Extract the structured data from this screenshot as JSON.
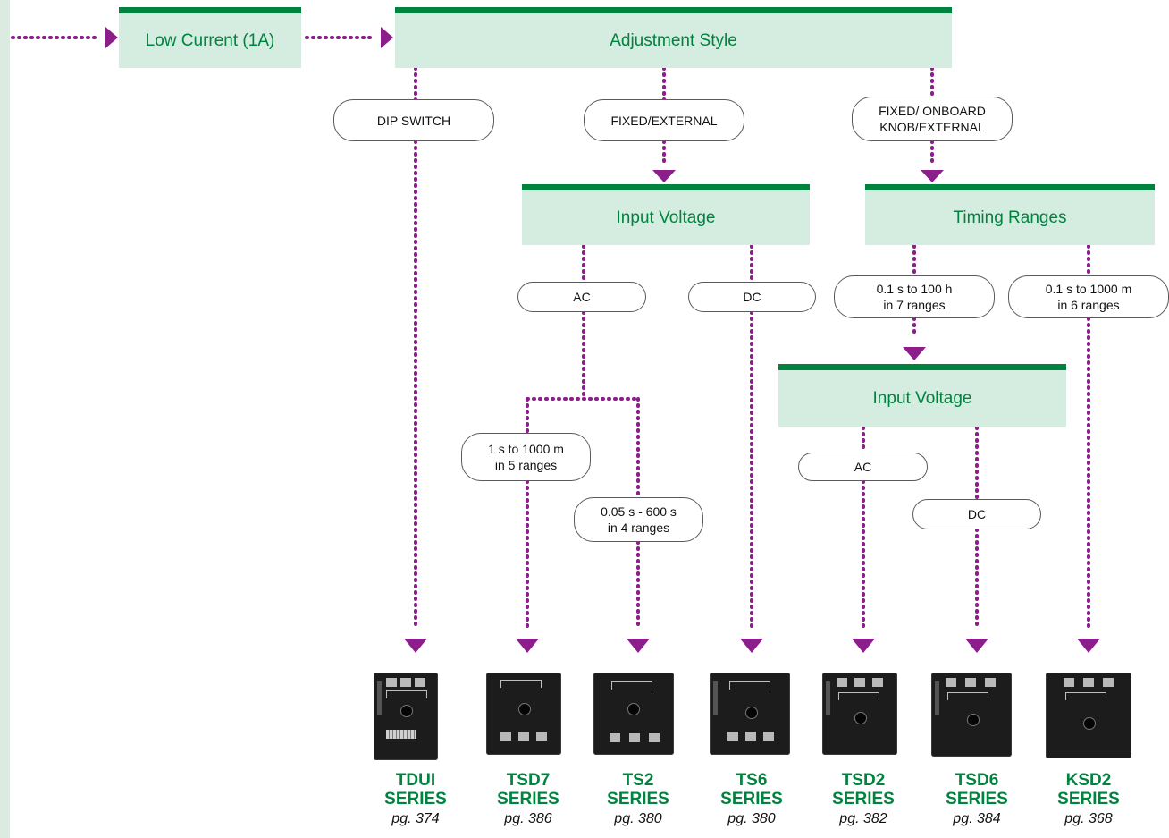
{
  "headers": {
    "low_current": "Low Current (1A)",
    "adjustment_style": "Adjustment Style",
    "input_voltage_1": "Input Voltage",
    "timing_ranges": "Timing Ranges",
    "input_voltage_2": "Input Voltage"
  },
  "pills": {
    "dip_switch": "DIP SWITCH",
    "fixed_external": "FIXED/EXTERNAL",
    "fixed_onboard": "FIXED/ ONBOARD\nKNOB/EXTERNAL",
    "ac_1": "AC",
    "dc_1": "DC",
    "range_100h": "0.1 s to 100 h\nin 7 ranges",
    "range_1000m_6": "0.1 s to 1000 m\nin 6 ranges",
    "range_1000m_5": "1 s to 1000 m\nin 5 ranges",
    "range_600s": "0.05 s - 600 s\nin 4 ranges",
    "ac_2": "AC",
    "dc_2": "DC"
  },
  "products": [
    {
      "name": "TDUI",
      "series": "SERIES",
      "page": "pg. 374"
    },
    {
      "name": "TSD7",
      "series": "SERIES",
      "page": "pg. 386"
    },
    {
      "name": "TS2",
      "series": "SERIES",
      "page": "pg. 380"
    },
    {
      "name": "TS6",
      "series": "SERIES",
      "page": "pg. 380"
    },
    {
      "name": "TSD2",
      "series": "SERIES",
      "page": "pg. 382"
    },
    {
      "name": "TSD6",
      "series": "SERIES",
      "page": "pg. 384"
    },
    {
      "name": "KSD2",
      "series": "SERIES",
      "page": "pg. 368"
    }
  ],
  "colors": {
    "accent_green": "#00833f",
    "header_fill": "#d5ede0",
    "connector_purple": "#8b1e8b"
  }
}
